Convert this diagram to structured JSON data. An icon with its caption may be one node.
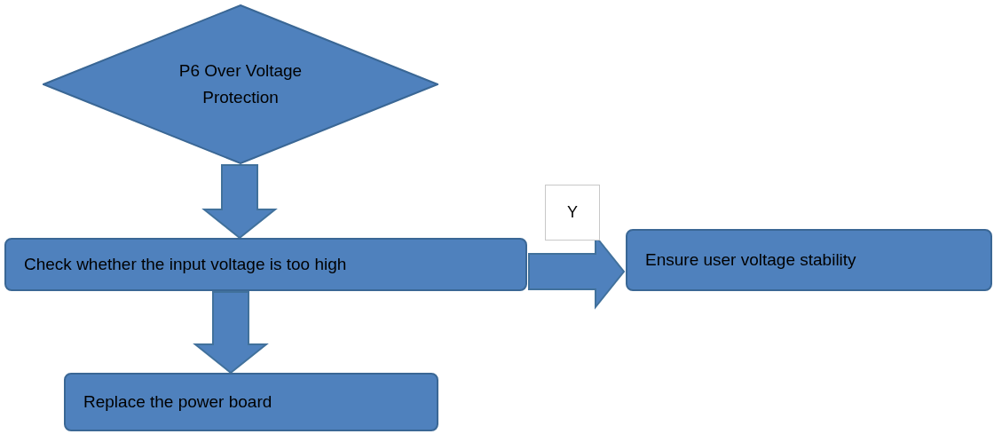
{
  "diagram": {
    "nodes": [
      {
        "text": [
          "P6 Over Voltage Protection"
        ]
      },
      {
        "text": [
          "Check whether the input voltage is too high"
        ]
      },
      {
        "text": [
          "Ensure user voltage stability"
        ]
      },
      {
        "text": [
          "Replace the power board"
        ]
      }
    ],
    "edges": [
      {
        "from": 0,
        "to": 1,
        "arrow": "to"
      },
      {
        "from": 1,
        "to": 2,
        "arrow": "to",
        "label": "Y"
      },
      {
        "from": 1,
        "to": 3,
        "arrow": "to"
      }
    ]
  }
}
